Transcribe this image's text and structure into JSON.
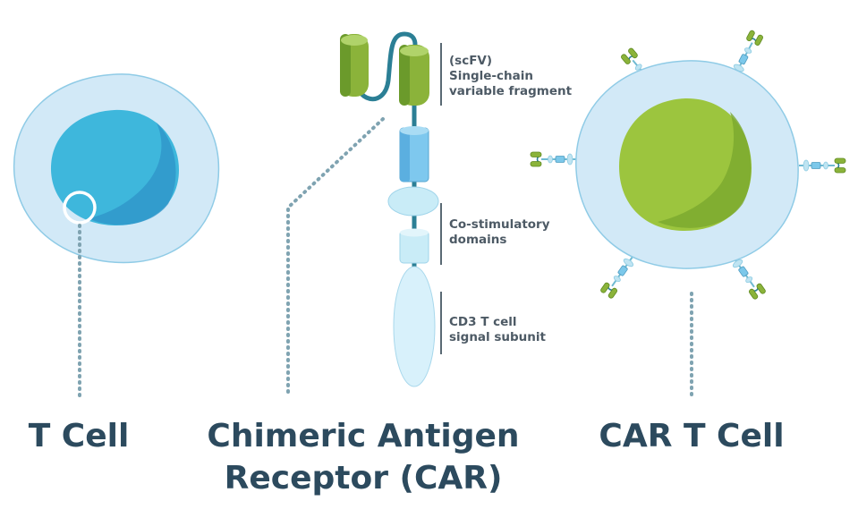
{
  "labels": {
    "t_cell": "T Cell",
    "car_line1": "Chimeric Antigen",
    "car_line2": "Receptor (CAR)",
    "car_t_cell": "CAR T Cell"
  },
  "annotations": {
    "scfv_line1": "(scFV)",
    "scfv_line2": "Single-chain",
    "scfv_line3": "variable fragment",
    "costim_line1": "Co-stimulatory",
    "costim_line2": "domains",
    "cd3_line1": "CD3 T cell",
    "cd3_line2": "signal subunit"
  },
  "colors": {
    "title": "#2c4a5e",
    "annotation": "#4d5a65",
    "cell_membrane": "#cfe7f6",
    "t_cell_nucleus": "#3eb7dc",
    "car_t_nucleus": "#9cc53e",
    "antibody_green": "#8bb33a",
    "linker": "#2b7f95",
    "dots": "#7fa3b1"
  }
}
